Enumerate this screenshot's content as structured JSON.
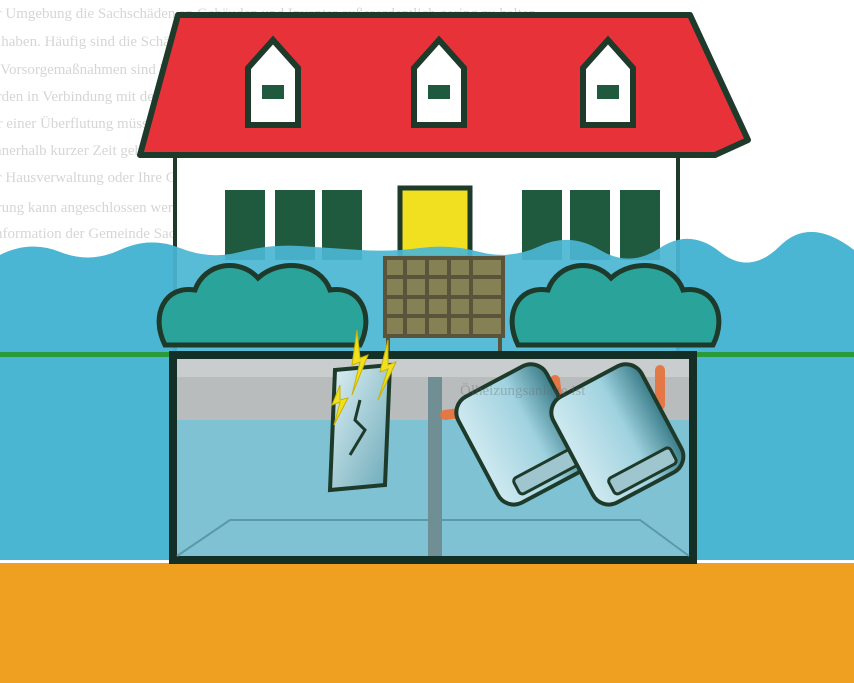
{
  "scene": {
    "background_text_lines": [
      "er Umgebung die Sachschäden an Gebäuden und Inventar außerordentlich gering zu halten",
      "u haben. Häufig sind die Schäden jedoch erheblich und teilweise unabwendbar.",
      "e Vorsorgemaßnahmen sind häufig nur wenig aufwendig. Lediglich die eigentlichen Vorkehrungen",
      "erden in Verbindung mit den unten aufgeführten Empfehlungen zur Vermeidung von Hochwasserschäden",
      "or einer Überflutung müssen rechtzeitig getroffen werden. Denken Sie daran, dass",
      "innerhalb kurzer Zeit gehandelt werden muss. Zur Verfügung stehende Mittel sind z. B. die",
      "er Hausverwaltung oder Ihre Gemeinde. Sie sollten die Mittel rechtzeitig einplanen.",
      "erung kann angeschlossen werden. Lagerung von Eigentum",
      "Information der Gemeinde Sachschäden, Pumpen zur Entfernung von"
    ],
    "lower_room_text": "Ölheizungsanlage ist",
    "colors": {
      "roof": "#e8323a",
      "outline": "#1e3a2a",
      "wall": "#ffffff",
      "window": "#1f5a3e",
      "door": "#f0e020",
      "bush": "#2aa39a",
      "water": "#4bb6d2",
      "water_inside": "#7fc2d4",
      "cellar_wall_upper": "#b8bcbc",
      "ground_line": "#2a9a3a",
      "soil": "#f0a020",
      "pipe": "#e8703a",
      "lightning": "#f0e020"
    }
  }
}
